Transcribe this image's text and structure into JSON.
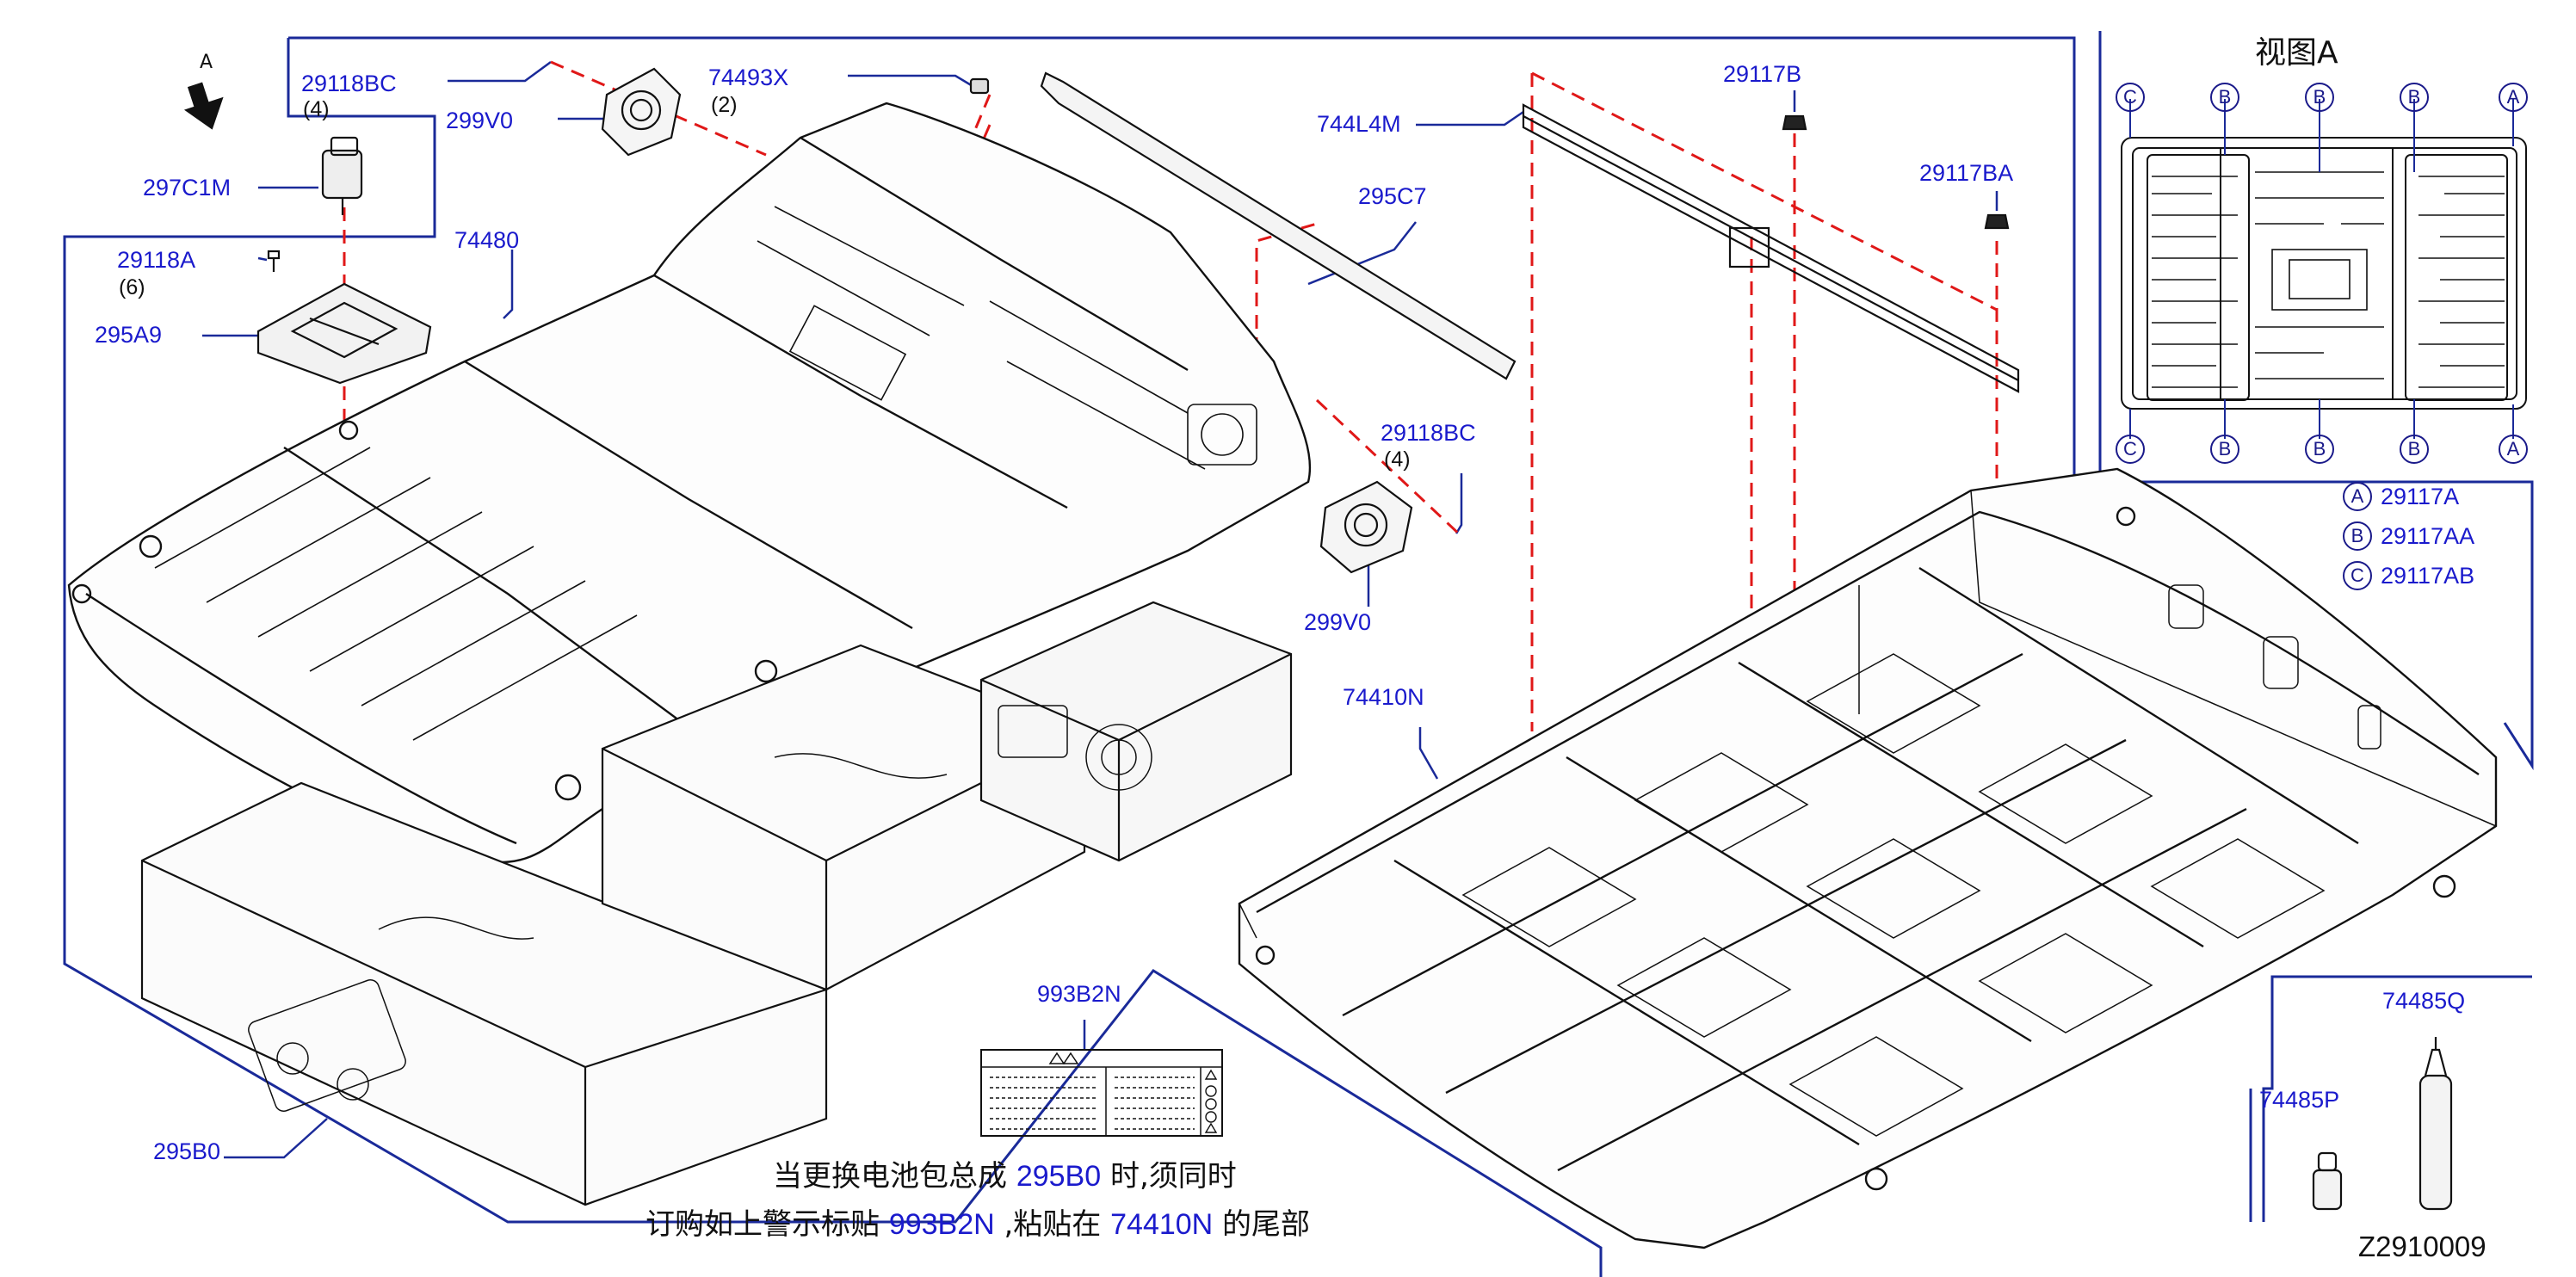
{
  "diagram_id": "Z2910009",
  "view_a": {
    "title": "视图A",
    "top_refs": [
      "C",
      "B",
      "B",
      "B",
      "A"
    ],
    "bottom_refs": [
      "C",
      "B",
      "B",
      "B",
      "A"
    ]
  },
  "direction_arrow_label": "A",
  "parts": {
    "p29118BC_top": {
      "code": "29118BC",
      "qty": "(4)"
    },
    "p299V0_top": {
      "code": "299V0"
    },
    "p297C1M": {
      "code": "297C1M"
    },
    "p74493X": {
      "code": "74493X",
      "qty": "(2)"
    },
    "p29118A": {
      "code": "29118A",
      "qty": "(6)"
    },
    "p74480": {
      "code": "74480"
    },
    "p295A9": {
      "code": "295A9"
    },
    "p744L4M": {
      "code": "744L4M"
    },
    "p295C7": {
      "code": "295C7"
    },
    "p29117B": {
      "code": "29117B"
    },
    "p29117BA": {
      "code": "29117BA"
    },
    "p29118BC_mid": {
      "code": "29118BC",
      "qty": "(4)"
    },
    "p299V0_mid": {
      "code": "299V0"
    },
    "p74410N": {
      "code": "74410N"
    },
    "p993B2N": {
      "code": "993B2N"
    },
    "p295B0": {
      "code": "295B0"
    },
    "p74485Q": {
      "code": "74485Q"
    },
    "p74485P": {
      "code": "74485P"
    }
  },
  "legend": [
    {
      "ref": "A",
      "part": "29117A"
    },
    {
      "ref": "B",
      "part": "29117AA"
    },
    {
      "ref": "C",
      "part": "29117AB"
    }
  ],
  "note": {
    "line1_pre": "当更换电池包总成",
    "line1_part": "295B0",
    "line1_post": "时,须同时",
    "line2_pre": "订购如上警示标贴",
    "line2_part1": "993B2N",
    "line2_mid": ",粘贴在",
    "line2_part2": "74410N",
    "line2_post": "的尾部"
  },
  "colors": {
    "leader": "#1a2a99",
    "cut_line": "#e01818",
    "part_label": "#1a1acc",
    "line_art": "#111111"
  }
}
